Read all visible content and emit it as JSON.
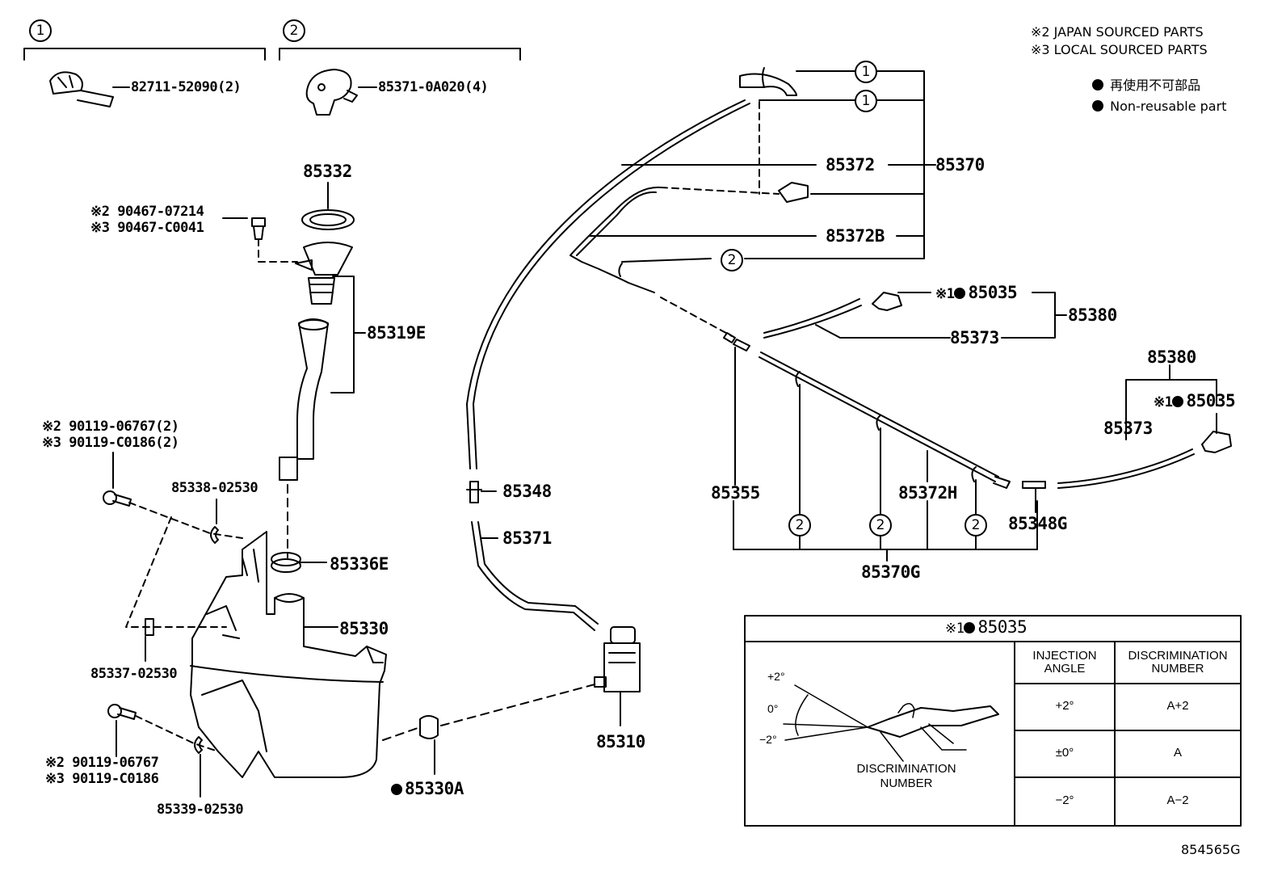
{
  "legend": {
    "japan": "※2 JAPAN SOURCED PARTS",
    "local": "※3 LOCAL SOURCED PARTS",
    "nonreusable_jp": "再使用不可部品",
    "nonreusable_en": "Non-reusable part"
  },
  "groups": {
    "g1": "1",
    "g2": "2"
  },
  "callouts": {
    "one": "1",
    "two": "2"
  },
  "parts": {
    "p82711": "82711-52090(2)",
    "p85371_0a020": "85371-0A020(4)",
    "p85332": "85332",
    "p90467_07214": "※2 90467-07214",
    "p90467_c0041": "※3 90467-C0041",
    "p85319e": "85319E",
    "p90119_06767_2": "※2 90119-06767(2)",
    "p90119_c0186_2": "※3 90119-C0186(2)",
    "p85338": "85338-02530",
    "p85336e": "85336E",
    "p85330": "85330",
    "p85337": "85337-02530",
    "p90119_06767": "※2 90119-06767",
    "p90119_c0186": "※3 90119-C0186",
    "p85339": "85339-02530",
    "p85330a": "85330A",
    "p85348": "85348",
    "p85371": "85371",
    "p85310": "85310",
    "p85372": "85372",
    "p85370": "85370",
    "p85372b": "85372B",
    "p85035_a": "※1",
    "p85035_a_num": "85035",
    "p85380_a": "85380",
    "p85373_a": "85373",
    "p85380_b": "85380",
    "p85035_b": "※1",
    "p85035_b_num": "85035",
    "p85373_b": "85373",
    "p85355": "85355",
    "p85372h": "85372H",
    "p85348g": "85348G",
    "p85370g": "85370G"
  },
  "detail_box": {
    "title_prefix": "※1",
    "title_num": "85035",
    "angle_plus": "+2°",
    "angle_zero": "0°",
    "angle_minus": "−2°",
    "disc_label_1": "DISCRIMINATION",
    "disc_label_2": "NUMBER",
    "col_headers": [
      "INJECTION ANGLE",
      "DISCRIMINATION NUMBER"
    ],
    "rows": [
      {
        "angle": "+2°",
        "number": "A+2"
      },
      {
        "angle": "±0°",
        "number": "A"
      },
      {
        "angle": "−2°",
        "number": "A−2"
      }
    ]
  },
  "figure_id": "854565G"
}
